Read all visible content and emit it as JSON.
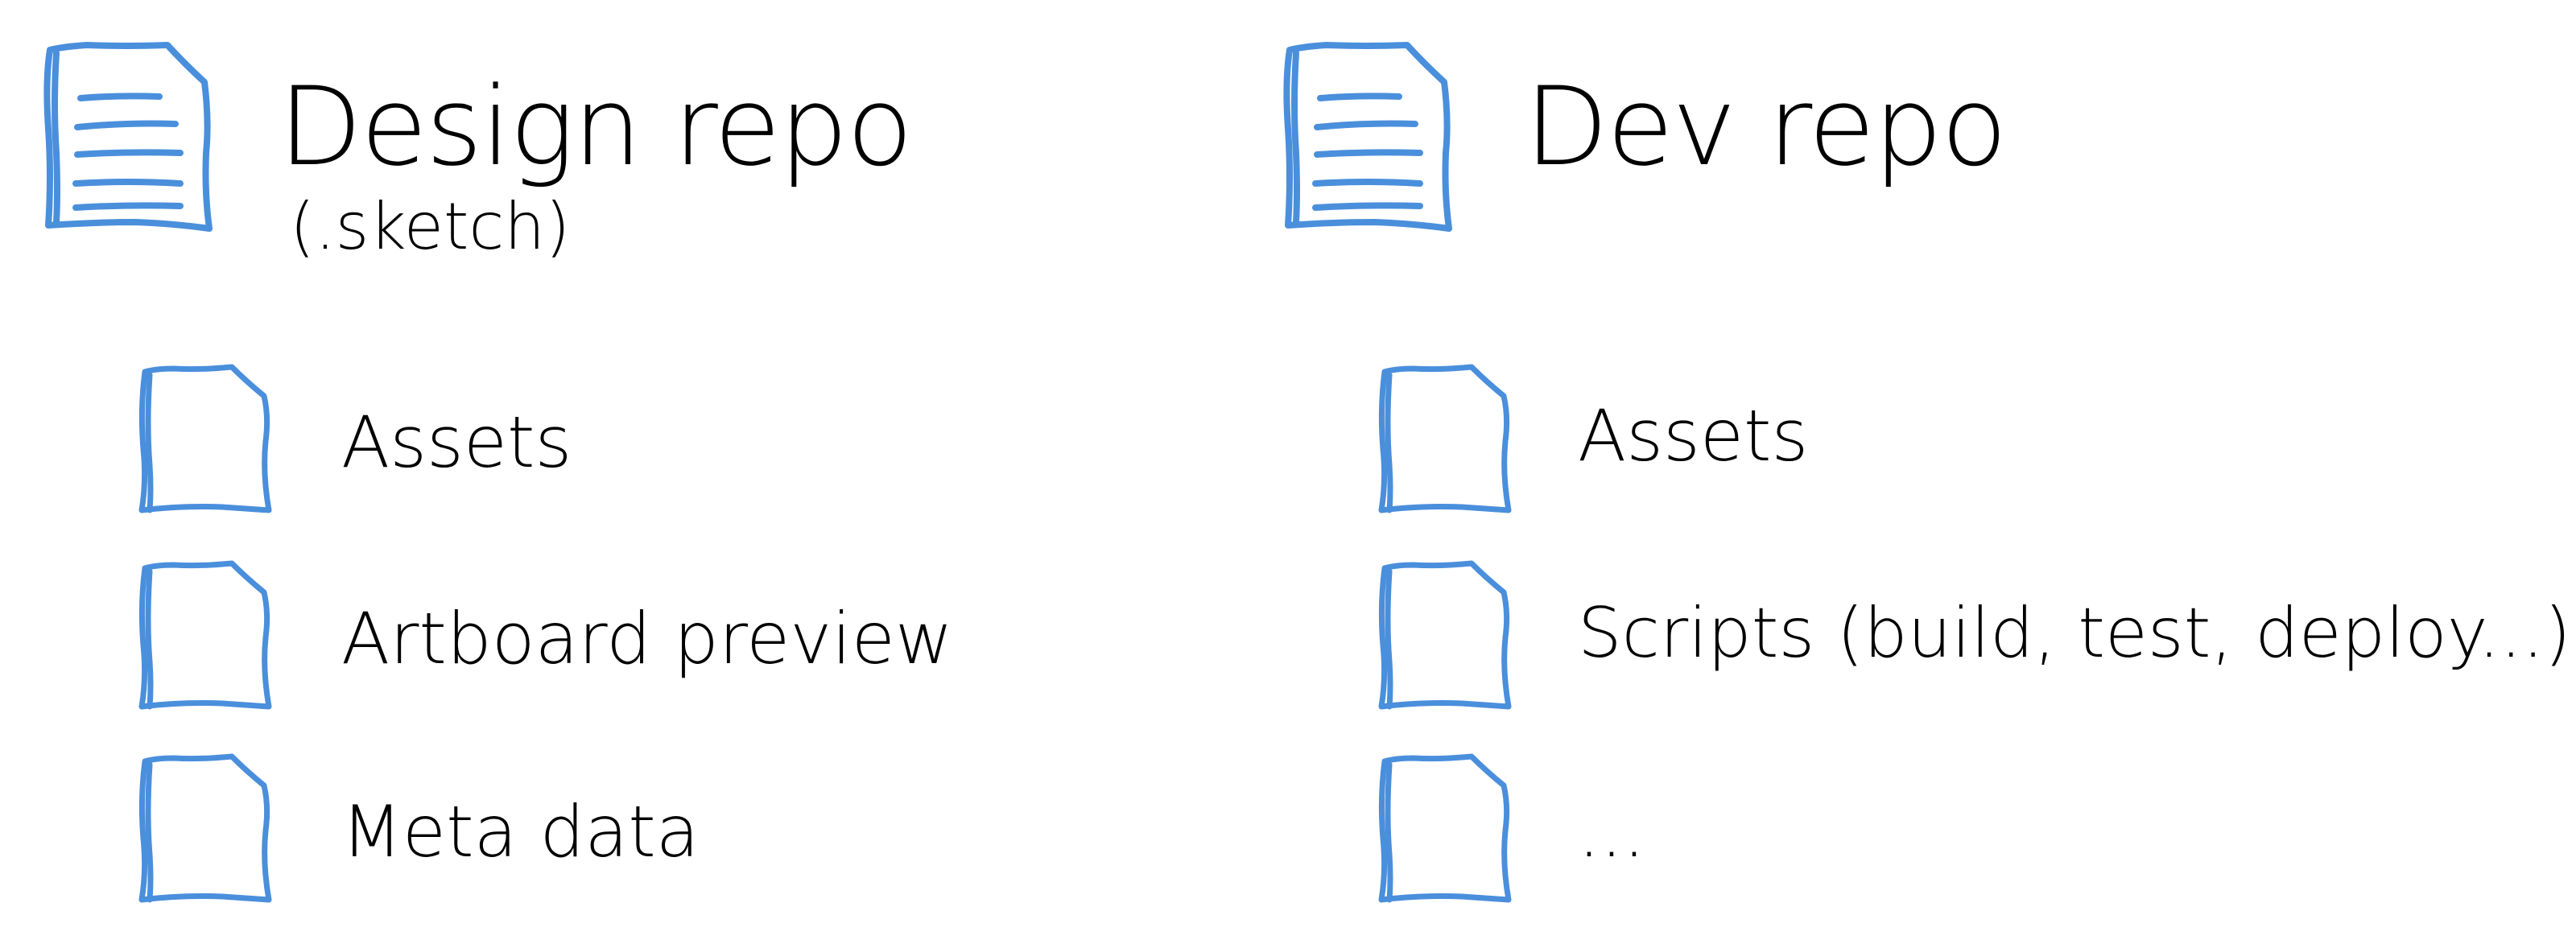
{
  "colors": {
    "icon_stroke": "#4a8fdc",
    "text": "#000000",
    "background": "#ffffff"
  },
  "design_repo": {
    "title": "Design repo",
    "subtitle": "(.sketch)",
    "icon": "document-icon",
    "items": [
      {
        "label": "Assets",
        "icon": "file-icon"
      },
      {
        "label": "Artboard preview",
        "icon": "file-icon"
      },
      {
        "label": "Meta data",
        "icon": "file-icon"
      }
    ]
  },
  "dev_repo": {
    "title": "Dev repo",
    "subtitle": "",
    "icon": "document-icon",
    "items": [
      {
        "label": "Assets",
        "icon": "file-icon"
      },
      {
        "label": "Scripts (build, test, deploy...)",
        "icon": "file-icon"
      },
      {
        "label": "...",
        "icon": "file-icon"
      }
    ]
  }
}
